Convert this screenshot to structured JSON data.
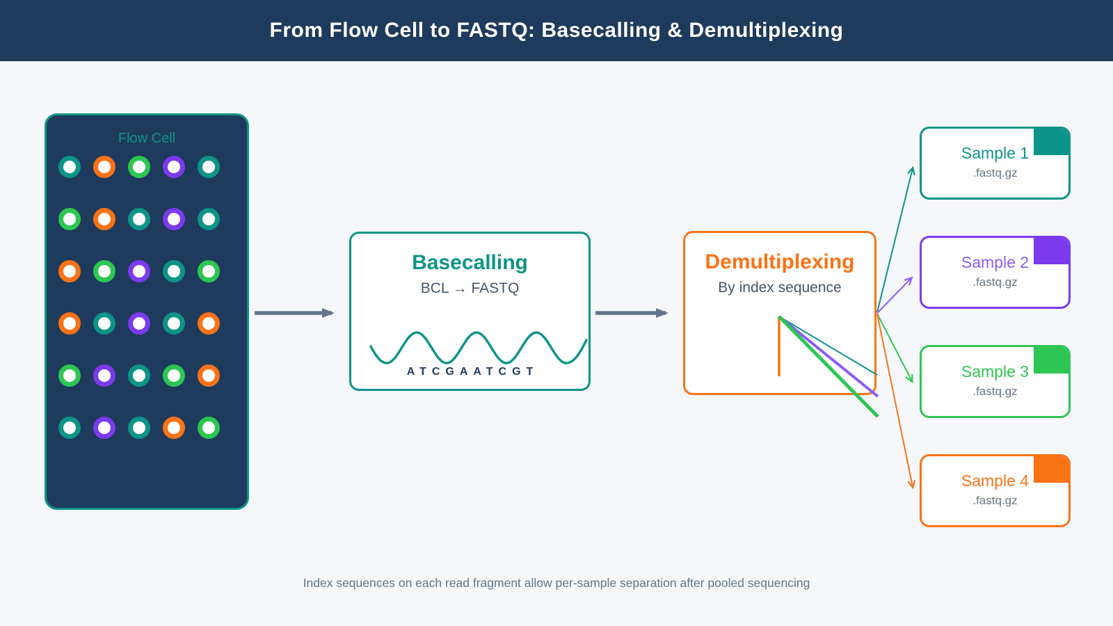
{
  "header": {
    "title": "From Flow Cell to FASTQ: Basecalling & Demultiplexing"
  },
  "colors": {
    "navy": "#1e3a5c",
    "teal": "#0d9488",
    "orange": "#f97316",
    "green": "#2dc653",
    "purple": "#7c3aed",
    "purple_light": "#8b5cf6",
    "slate": "#64748b",
    "slate_dark": "#475569",
    "bg": "#f5f7fa",
    "white": "#ffffff"
  },
  "flow_cell": {
    "label": "Flow Cell",
    "dots": [
      [
        "teal",
        "orange",
        "green",
        "purple",
        "teal"
      ],
      [
        "green",
        "orange",
        "teal",
        "purple",
        "teal"
      ],
      [
        "orange",
        "green",
        "purple",
        "teal",
        "green"
      ],
      [
        "orange",
        "teal",
        "purple",
        "teal",
        "orange"
      ],
      [
        "green",
        "purple",
        "teal",
        "green",
        "orange"
      ],
      [
        "teal",
        "purple",
        "teal",
        "orange",
        "green"
      ]
    ]
  },
  "basecalling": {
    "title": "Basecalling",
    "subtitle": "BCL → FASTQ",
    "sequence": "ATCGAATCGT"
  },
  "demultiplexing": {
    "title": "Demultiplexing",
    "subtitle": "By index sequence"
  },
  "samples": [
    {
      "label": "Sample 1",
      "file": ".fastq.gz",
      "accent": "teal",
      "text": "teal"
    },
    {
      "label": "Sample 2",
      "file": ".fastq.gz",
      "accent": "purple",
      "text": "purple_light"
    },
    {
      "label": "Sample 3",
      "file": ".fastq.gz",
      "accent": "green",
      "text": "green"
    },
    {
      "label": "Sample 4",
      "file": ".fastq.gz",
      "accent": "orange",
      "text": "orange"
    }
  ],
  "caption": "Index sequences on each read fragment allow per-sample separation after pooled sequencing"
}
